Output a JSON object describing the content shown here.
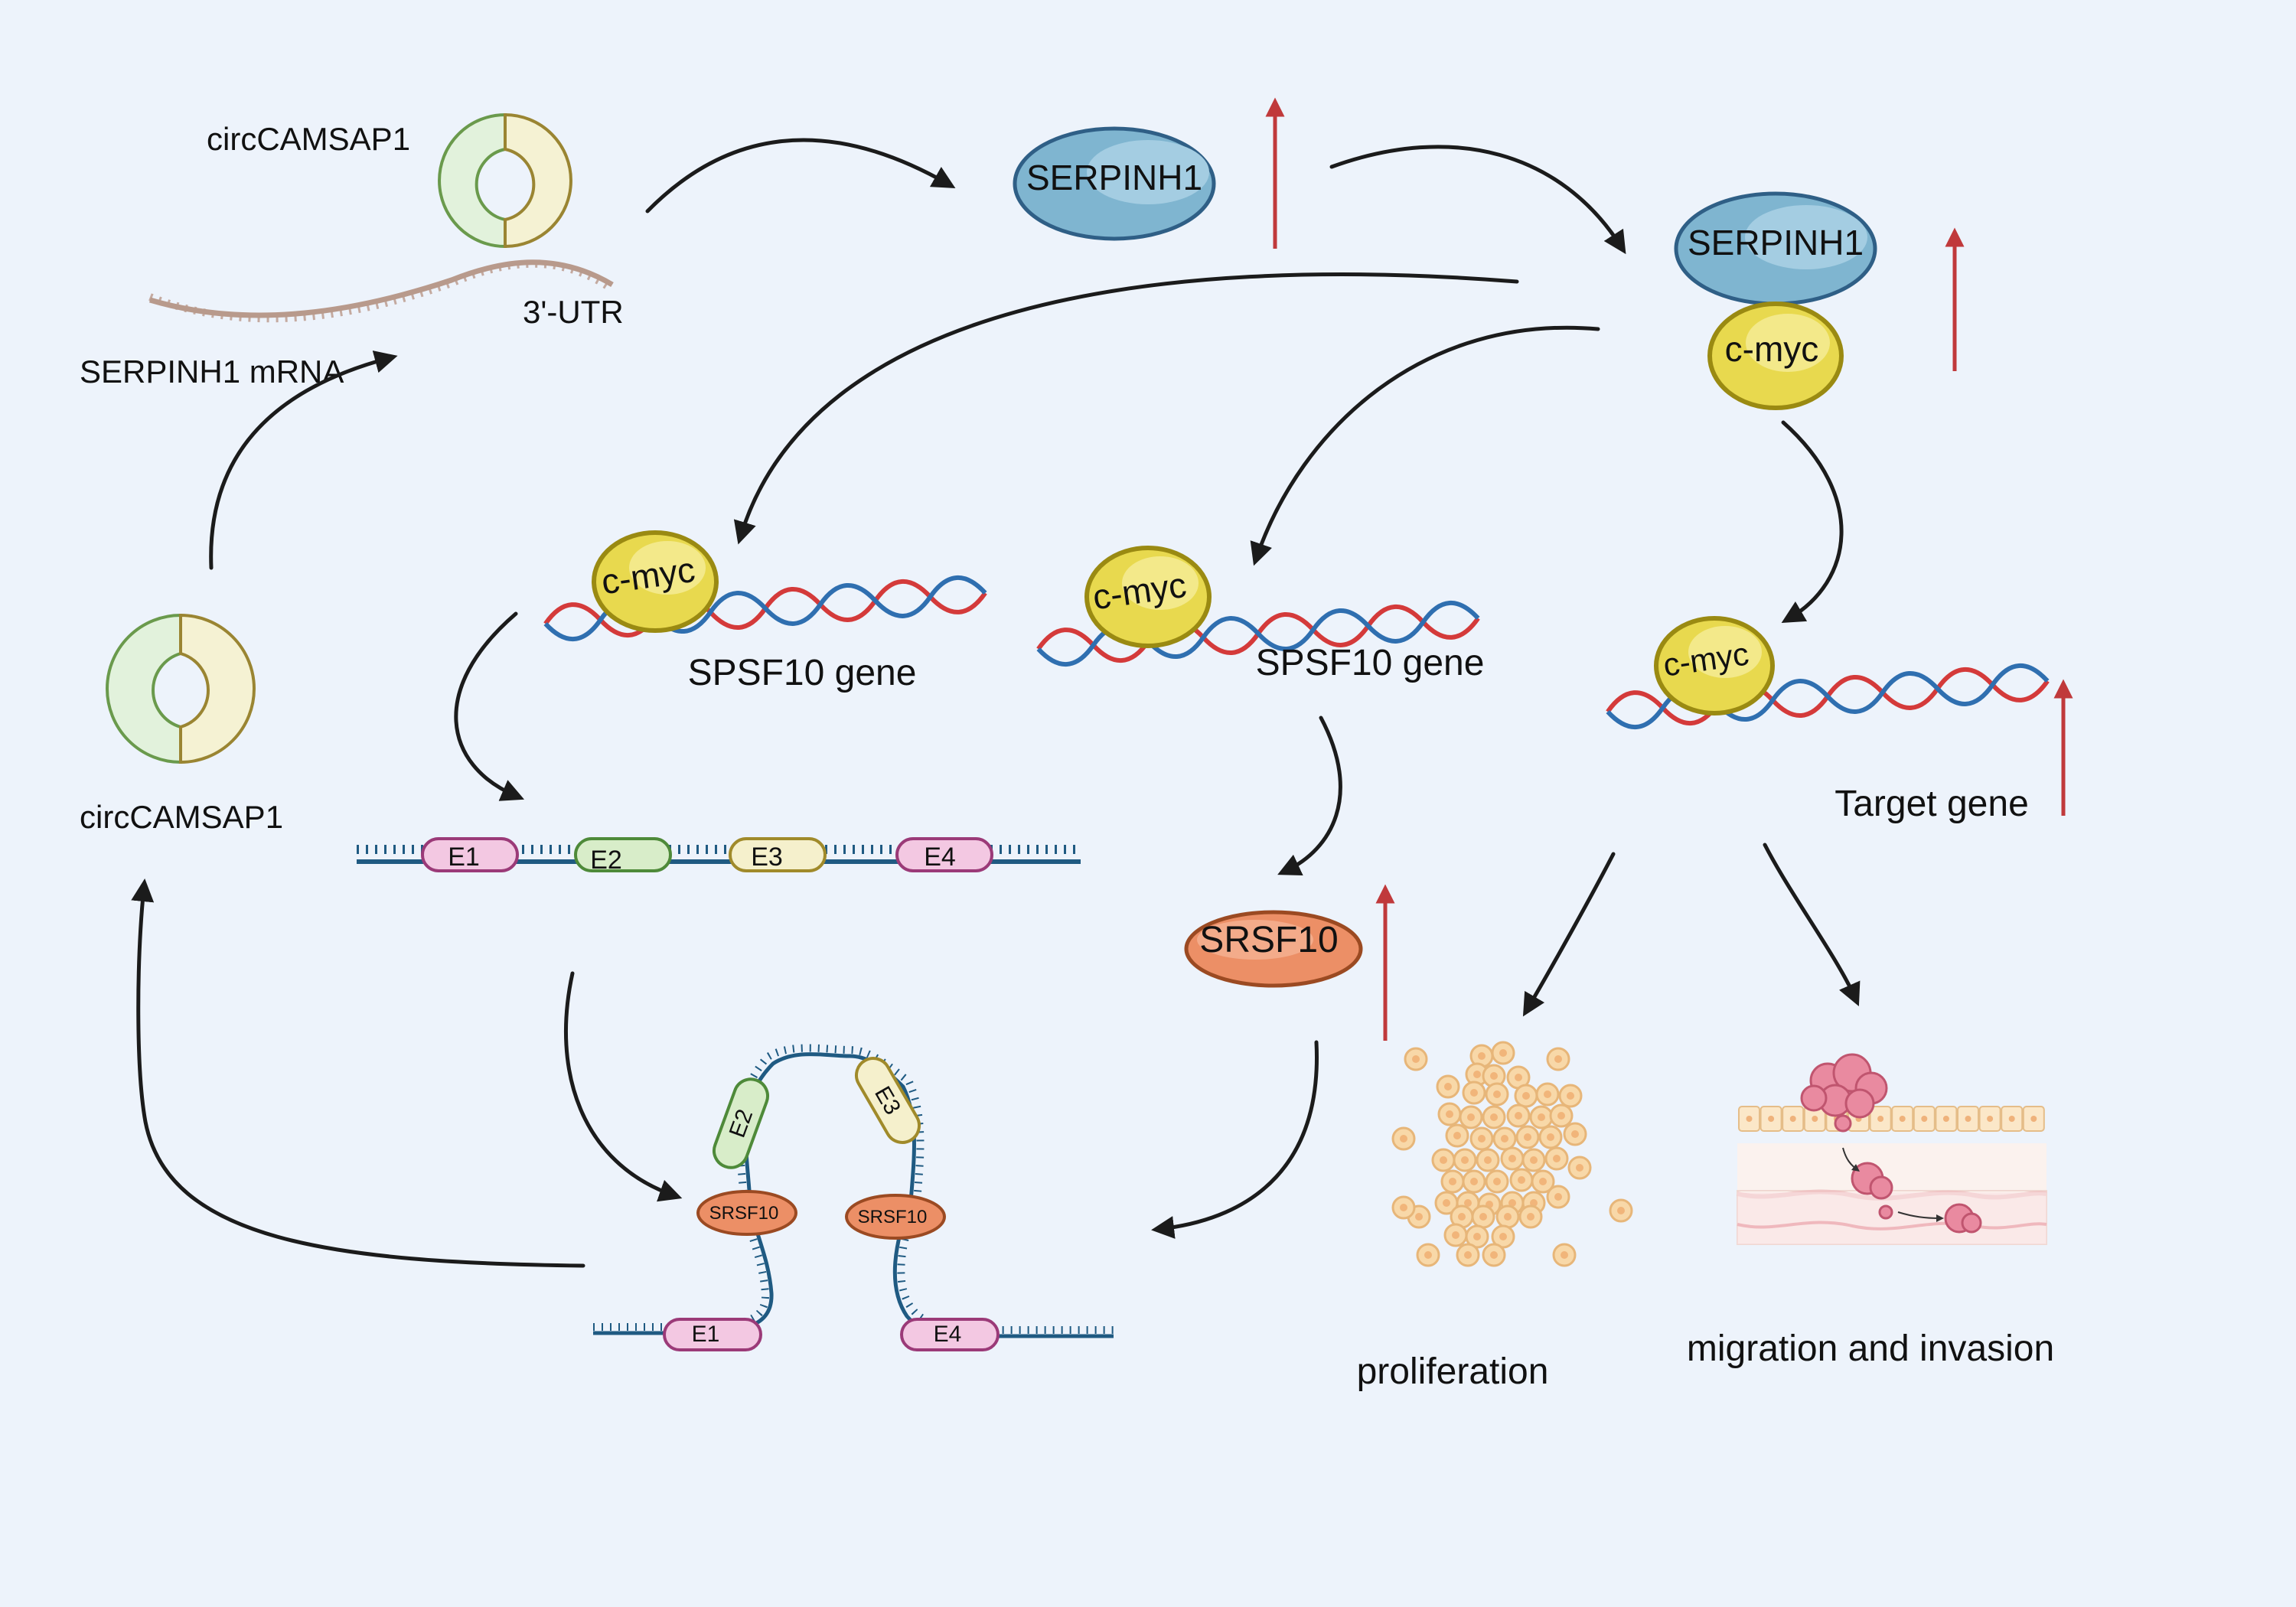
{
  "labels": {
    "circ_top": "circCAMSAP1",
    "utr": "3'-UTR",
    "mrna": "SERPINH1 mRNA",
    "circ_left": "circCAMSAP1",
    "serpinh1_a": "SERPINH1",
    "serpinh1_b": "SERPINH1",
    "cmyc_complex": "c-myc",
    "cmyc_1": "c-myc",
    "cmyc_2": "c-myc",
    "cmyc_3": "c-myc",
    "gene_1": "SPSF10 gene",
    "gene_2": "SPSF10 gene",
    "target_gene": "Target gene",
    "srsf10": "SRSF10",
    "srsf10_small_1": "SRSF10",
    "srsf10_small_2": "SRSF10",
    "proliferation": "proliferation",
    "migration": "migration and invasion"
  },
  "exons_linear": [
    "E1",
    "E2",
    "E3",
    "E4"
  ],
  "exons_spliced": [
    "E1",
    "E2",
    "E3",
    "E4"
  ],
  "colors": {
    "background": "#edf3fb",
    "serpinh1": "#7fb5d0",
    "cmyc": "#e8d94e",
    "srsf10": "#ec8f66",
    "up_arrow": "#c0393b",
    "dna_red": "#d43a3a",
    "dna_blue": "#2f6fb0"
  }
}
